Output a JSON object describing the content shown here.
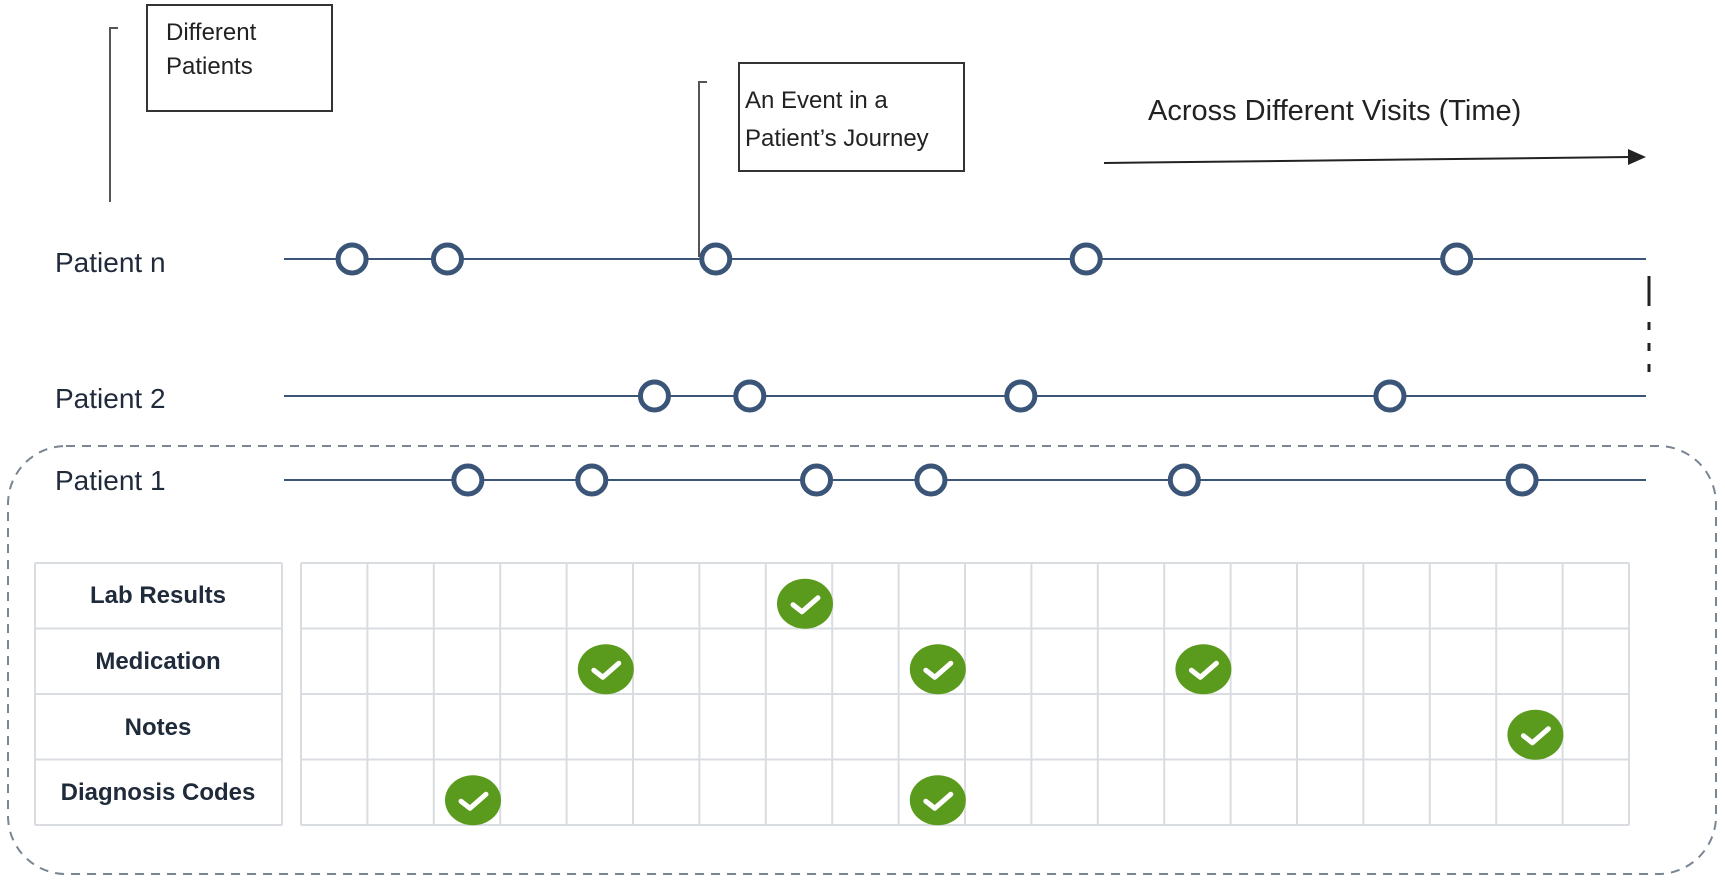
{
  "callouts": {
    "different_patients": [
      "Different",
      "Patients"
    ],
    "event": [
      "An Event  in a",
      "Patient’s Journey"
    ]
  },
  "time_axis": {
    "label": "Across Different Visits (Time)"
  },
  "patients": [
    {
      "label": "Patient n",
      "events": [
        0.05,
        0.12,
        0.317,
        0.589,
        0.861
      ]
    },
    {
      "label": "Patient 2",
      "events": [
        0.272,
        0.342,
        0.541,
        0.812
      ]
    },
    {
      "label": "Patient 1",
      "events": [
        0.135,
        0.226,
        0.391,
        0.475,
        0.661,
        0.909
      ]
    }
  ],
  "detail_grid": {
    "rows": [
      "Lab Results",
      "Medication",
      "Notes",
      "Diagnosis Codes"
    ],
    "columns": 20,
    "checks": [
      {
        "row": 0,
        "col": 7
      },
      {
        "row": 1,
        "col": 4
      },
      {
        "row": 1,
        "col": 9
      },
      {
        "row": 1,
        "col": 13
      },
      {
        "row": 2,
        "col": 18
      },
      {
        "row": 3,
        "col": 2
      },
      {
        "row": 3,
        "col": 9
      }
    ]
  },
  "colors": {
    "timeline": "#3b5578",
    "event_circle": "#3b5578",
    "check": "#5a9a1c",
    "grid": "#d9dde2",
    "frame": "#7a8594"
  },
  "icons": {
    "event": "event-circle-icon",
    "check": "check-circle-icon",
    "arrow": "arrow-right-icon"
  }
}
